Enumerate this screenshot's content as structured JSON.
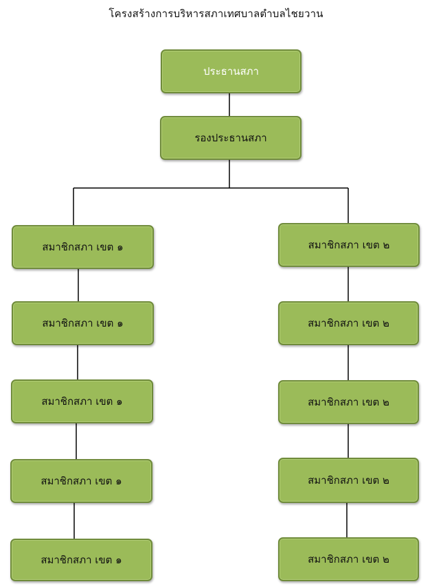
{
  "title": "โครงสร้างการบริหารสภาเทศบาลตำบลไชยวาน",
  "nodes": {
    "president": "ประธานสภา",
    "vice_president": "รองประธานสภา",
    "left_column": [
      "สมาชิกสภา เขต ๑",
      "สมาชิกสภา เขต ๑",
      "สมาชิกสภา เขต ๑",
      "สมาชิกสภา เขต ๑",
      "สมาชิกสภา เขต ๑"
    ],
    "right_column": [
      "สมาชิกสภา เขต ๒",
      "สมาชิกสภา เขต ๒",
      "สมาชิกสภา เขต ๒",
      "สมาชิกสภา เขต ๒",
      "สมาชิกสภา เขต ๒"
    ]
  },
  "colors": {
    "box_fill": "#9bbb59",
    "box_border": "#6f8b3a",
    "line": "#000000",
    "president_text": "#ffffff",
    "member_text": "#111111"
  }
}
